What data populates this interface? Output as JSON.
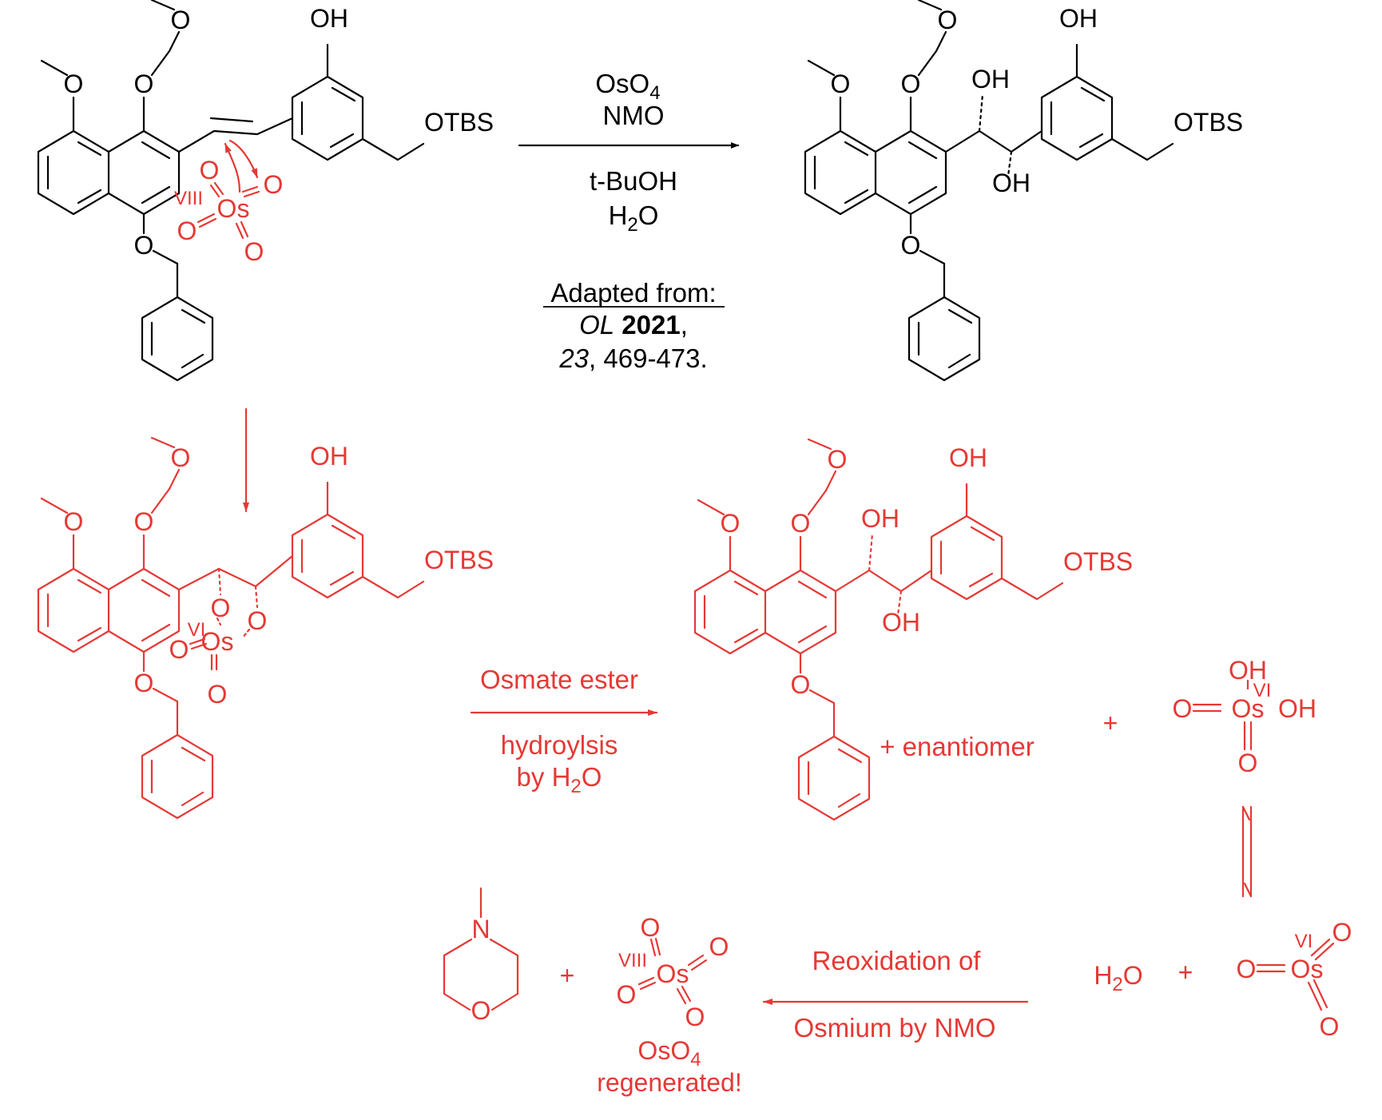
{
  "labels": {
    "atoms": {
      "o": "O",
      "oh": "OH",
      "otbs": "OTBS",
      "os": "Os",
      "n": "N",
      "viii": "VIII",
      "vi": "VI",
      "plus": "+"
    },
    "reagents": {
      "oso4_main": "OsO",
      "oso4_sub": "4",
      "nmo": "NMO",
      "tbuoh": "t-BuOH",
      "h2o_h": "H",
      "h2o_2": "2",
      "h2o_o": "O"
    },
    "citation": {
      "line1": "Adapted from:",
      "journal": "OL",
      "year": "2021",
      "comma": ",",
      "volume": "23",
      "pages": ", 469-473."
    },
    "steps": {
      "hydrolysis_1": "Osmate ester",
      "hydrolysis_2": "hydroylsis",
      "hydrolysis_3a": "by H",
      "hydrolysis_3b": "2",
      "hydrolysis_3c": "O",
      "reox_1": "Reoxidation of",
      "reox_2": "Osmium by NMO",
      "enantiomer": "+ enantiomer",
      "regen_main": "OsO",
      "regen_sub": "4",
      "regen_2": "regenerated!"
    }
  },
  "colors": {
    "original": "#000000",
    "mechanism": "#e53935"
  }
}
